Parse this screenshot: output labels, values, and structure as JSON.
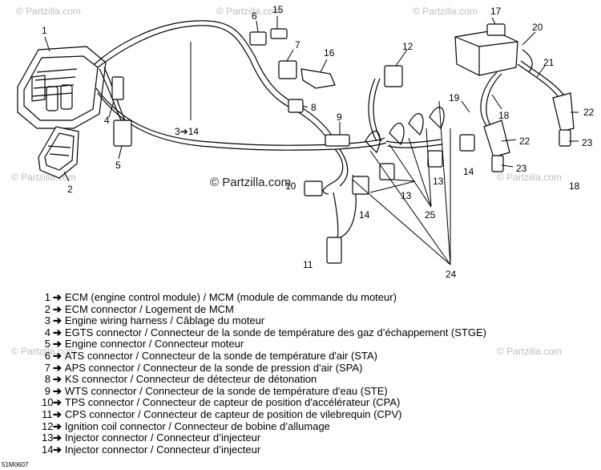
{
  "watermarks": {
    "center": "© Partzilla.com",
    "tile": "© Partzilla.com"
  },
  "callouts": [
    "1",
    "2",
    "3➔14",
    "4",
    "5",
    "6",
    "7",
    "8",
    "9",
    "10",
    "11",
    "12",
    "13",
    "13",
    "14",
    "14",
    "15",
    "16",
    "17",
    "18",
    "19",
    "20",
    "21",
    "22",
    "22",
    "23",
    "23",
    "24",
    "25"
  ],
  "legend": {
    "arrow": "➔",
    "items": [
      {
        "num": "1",
        "text": "ECM (engine control module) / MCM (module de commande du moteur)"
      },
      {
        "num": "2",
        "text": "ECM connector / Logement de MCM"
      },
      {
        "num": "3",
        "text": "Engine wiring harness / Câblage du moteur"
      },
      {
        "num": "4",
        "text": "EGTS connector / Connecteur de la sonde de température des gaz d’échappement (STGE)"
      },
      {
        "num": "5",
        "text": "Engine connector / Connecteur moteur"
      },
      {
        "num": "6",
        "text": "ATS connector / Connecteur de la sonde de température d'air (STA)"
      },
      {
        "num": "7",
        "text": "APS connector / Connecteur de la sonde de pression d'air (SPA)"
      },
      {
        "num": "8",
        "text": "KS connector / Connecteur de détecteur de détonation"
      },
      {
        "num": "9",
        "text": "WTS connector / Connecteur de la sonde de température d'eau (STE)"
      },
      {
        "num": "10",
        "text": "TPS connector / Connecteur de capteur de position d'accélérateur (CPA)"
      },
      {
        "num": "11",
        "text": "CPS connector / Connecteur  de capteur de position de vilebrequin (CPV)"
      },
      {
        "num": "12",
        "text": "Ignition coil connector / Connecteur de bobine d’allumage"
      },
      {
        "num": "13",
        "text": "Injector connector / Connecteur d’injecteur"
      },
      {
        "num": "14",
        "text": "Injector connector / Connecteur d’injecteur"
      }
    ]
  },
  "reference_code": "51M0607"
}
